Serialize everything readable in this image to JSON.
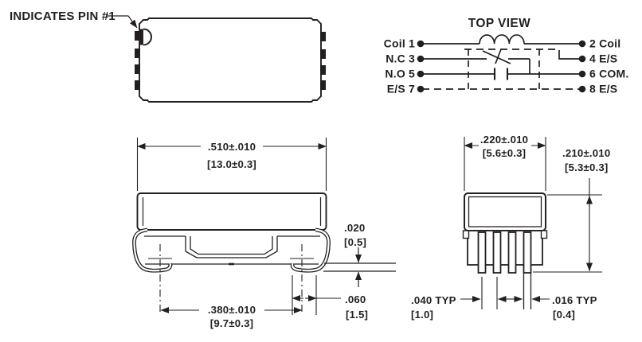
{
  "colors": {
    "ink": "#231f20",
    "background": "#ffffff"
  },
  "package_top_view": {
    "pin1_callout": "INDICATES PIN #1"
  },
  "schematic": {
    "title": "TOP VIEW",
    "left_pins": [
      {
        "label": "Coil 1"
      },
      {
        "label": "N.C 3"
      },
      {
        "label": "N.O 5"
      },
      {
        "label": "E/S 7"
      }
    ],
    "right_pins": [
      {
        "label": "2 Coil"
      },
      {
        "label": "4 E/S"
      },
      {
        "label": "6 COM."
      },
      {
        "label": "8 E/S"
      }
    ]
  },
  "side_view": {
    "overall_width": {
      "inches": ".510±.010",
      "mm": "[13.0±0.3]"
    },
    "standoff": {
      "inches": ".020",
      "mm": "[0.5]"
    },
    "lead_centers": {
      "inches": ".380±.010",
      "mm": "[9.7±0.3]"
    },
    "foot_length": {
      "inches": ".060",
      "mm": "[1.5]"
    }
  },
  "end_view": {
    "body_width": {
      "inches": ".220±.010",
      "mm": "[5.6±0.3]"
    },
    "overall_height": {
      "inches": ".210±.010",
      "mm": "[5.3±0.3]"
    },
    "lead_pitch": {
      "inches": ".040 TYP",
      "mm": "[1.0]"
    },
    "lead_thickness": {
      "inches": ".016 TYP",
      "mm": "[0.4]"
    }
  }
}
